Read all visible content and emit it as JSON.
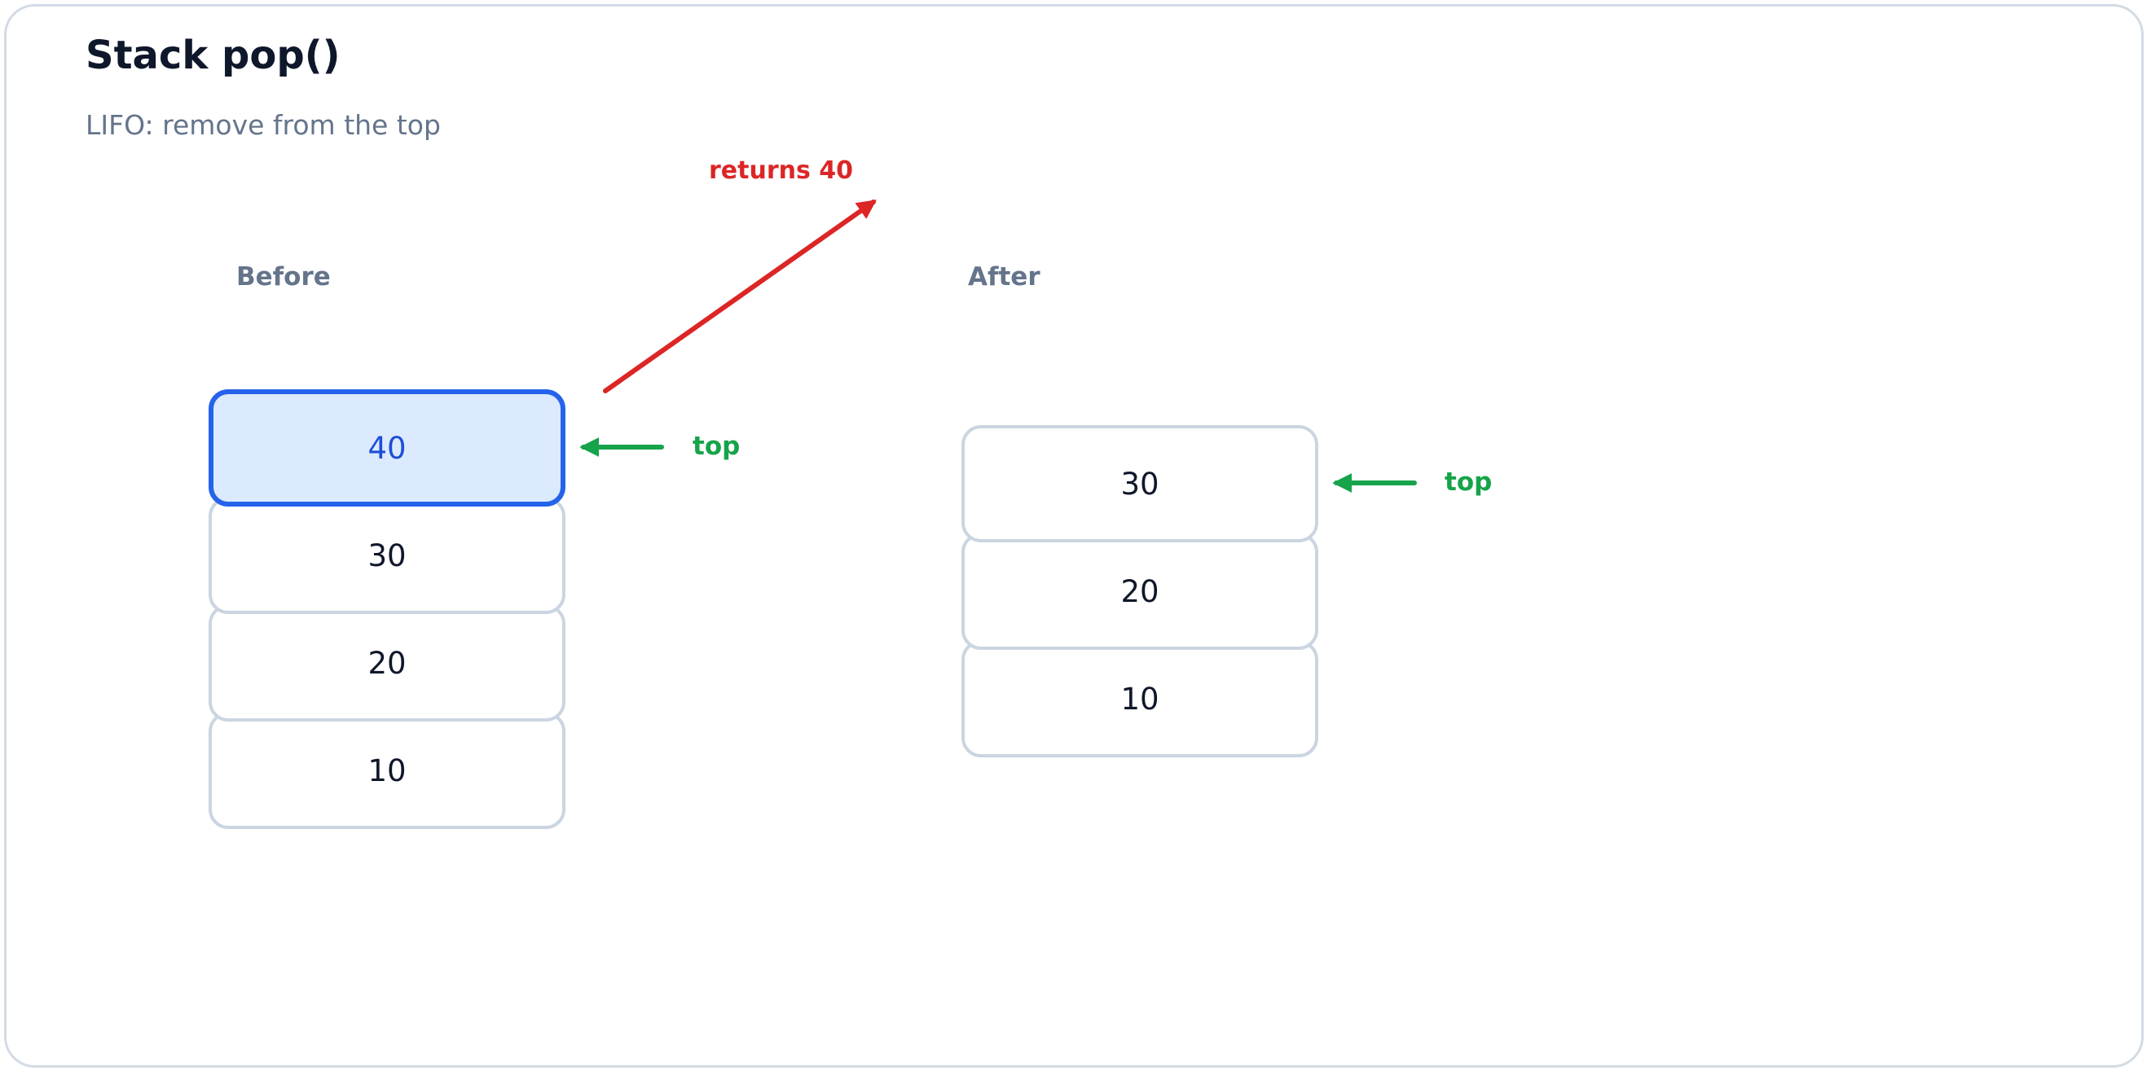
{
  "title": "Stack pop()",
  "subtitle": "LIFO: remove from the top",
  "operation": {
    "returns_label": "returns 40"
  },
  "before": {
    "label": "Before",
    "items": [
      "40",
      "30",
      "20",
      "10"
    ],
    "top_label": "top"
  },
  "after": {
    "label": "After",
    "items": [
      "30",
      "20",
      "10"
    ],
    "top_label": "top"
  },
  "colors": {
    "popped_fill": "#dbeafe",
    "popped_border": "#2563eb",
    "return_arrow": "#dc2626",
    "top_pointer": "#16a34a",
    "cell_border": "#cbd5e1"
  }
}
